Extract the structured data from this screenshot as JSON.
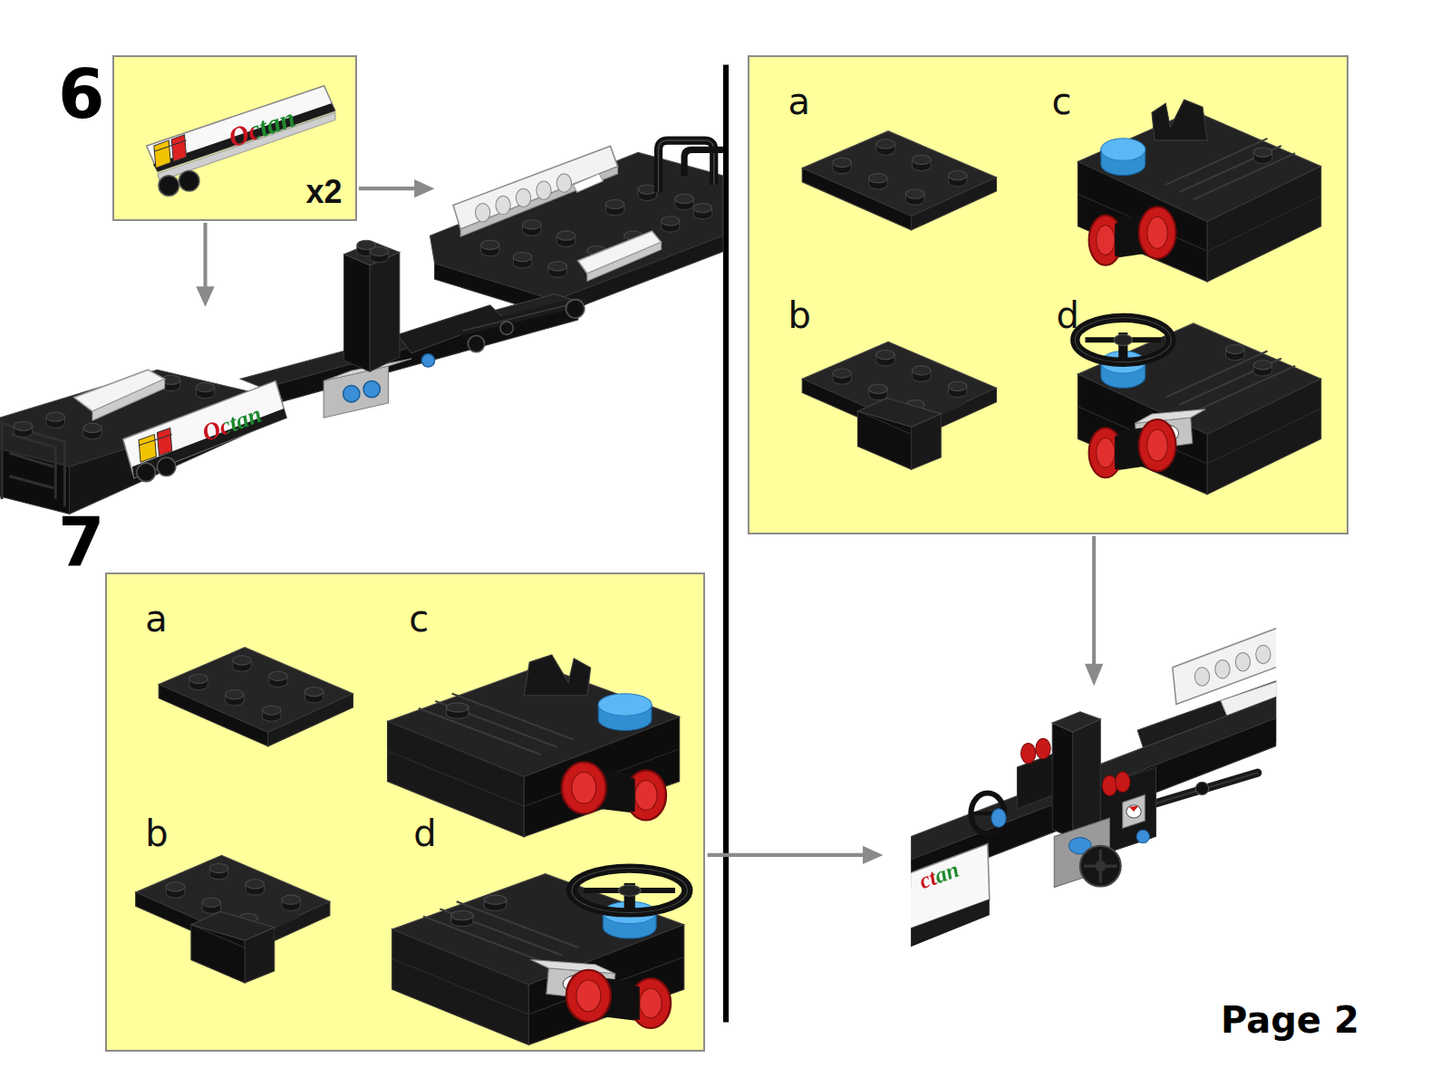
{
  "diagram": {
    "nodes": [
      {
        "text": [
          "x2"
        ]
      },
      {
        "text": [
          "a",
          "c",
          "b",
          "d"
        ]
      },
      {
        "text": [
          "a",
          "c",
          "b",
          "d"
        ]
      }
    ],
    "labels": [
      "6",
      "Octan",
      "Octan",
      "7",
      "ctan",
      "Page 2"
    ]
  }
}
